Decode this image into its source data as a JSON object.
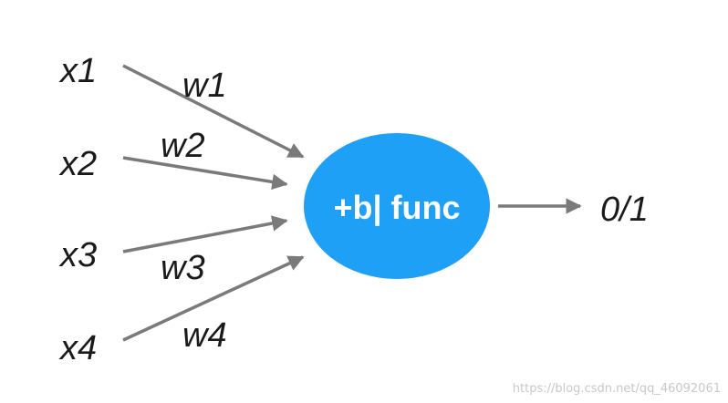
{
  "inputs": [
    "x1",
    "x2",
    "x3",
    "x4"
  ],
  "weights": [
    "w1",
    "w2",
    "w3",
    "w4"
  ],
  "node": {
    "label": "+b| func",
    "color": "#1EA0F7"
  },
  "output": {
    "label": "0/1"
  },
  "edge_color": "#7a7a7a",
  "watermark": "https://blog.csdn.net/qq_46092061"
}
